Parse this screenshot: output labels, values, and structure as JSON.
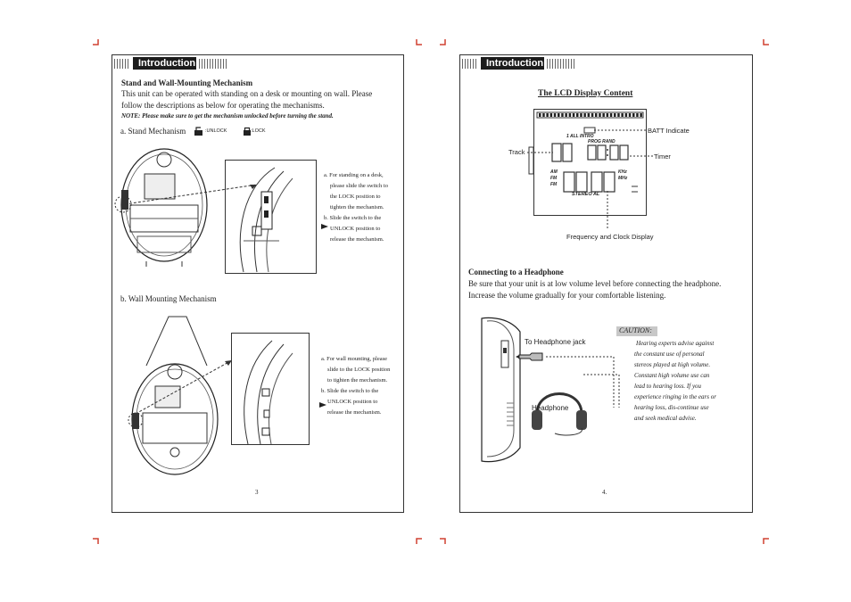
{
  "left_page": {
    "header": "Introduction",
    "section_title": "Stand and Wall-Mounting Mechanism",
    "intro_line1": "This unit can be operated with standing on a desk or mounting on wall. Please",
    "intro_line2": "follow the descriptions as below for operating the mechanisms.",
    "note": "NOTE: Please make sure to get the mechanism unlocked before turning the stand.",
    "stand_label": "a. Stand Mechanism",
    "unlock_label": ":UNLOCK",
    "lock_label": ":LOCK",
    "stand_steps": [
      "a. For standing on a desk,",
      "please slide the switch to",
      "the LOCK position to",
      "tighten the mechanism.",
      "b. Slide the switch to the",
      "UNLOCK position to",
      "release the mechanism."
    ],
    "wall_label": "b. Wall Mounting Mechanism",
    "wall_steps": [
      "a. For wall mounting, please",
      "slide to the LOCK position",
      "to tighten the mechanism.",
      "b. Slide the switch to the",
      "UNLOCK position to",
      "release the mechanism."
    ],
    "page_number": "3"
  },
  "right_page": {
    "header": "Introduction",
    "lcd_title": "The LCD Display Content",
    "lcd_labels": {
      "batt": "BATT Indicate",
      "track": "Track",
      "timer": "Timer",
      "freq": "Frequency and Clock Display"
    },
    "lcd_segments": {
      "all": "1 ALL   INTRO",
      "prog": "PROG  RAND",
      "am": "AM",
      "fm": "FM",
      "fm2": "FM",
      "khz": "KHz",
      "mhz": "MHz",
      "stereo": "STEREO AL"
    },
    "headphone_title": "Connecting to a Headphone",
    "headphone_line1": "Be sure that your unit is at low volume level before connecting the headphone.",
    "headphone_line2": "Increase the volume gradually for your comfortable listening.",
    "jack_label": "To Headphone jack",
    "headphone_label": "Headphone",
    "caution_title": "CAUTION:",
    "caution_lines": [
      "Hearing experts advise against",
      "the constant use of personal",
      "stereos played at high volume.",
      "Constant high volume use can",
      "lead to hearing loss. If you",
      "experience ringing in the ears or",
      "hearing loss, dis-continue use",
      "and seek medical advise."
    ],
    "page_number": "4."
  }
}
